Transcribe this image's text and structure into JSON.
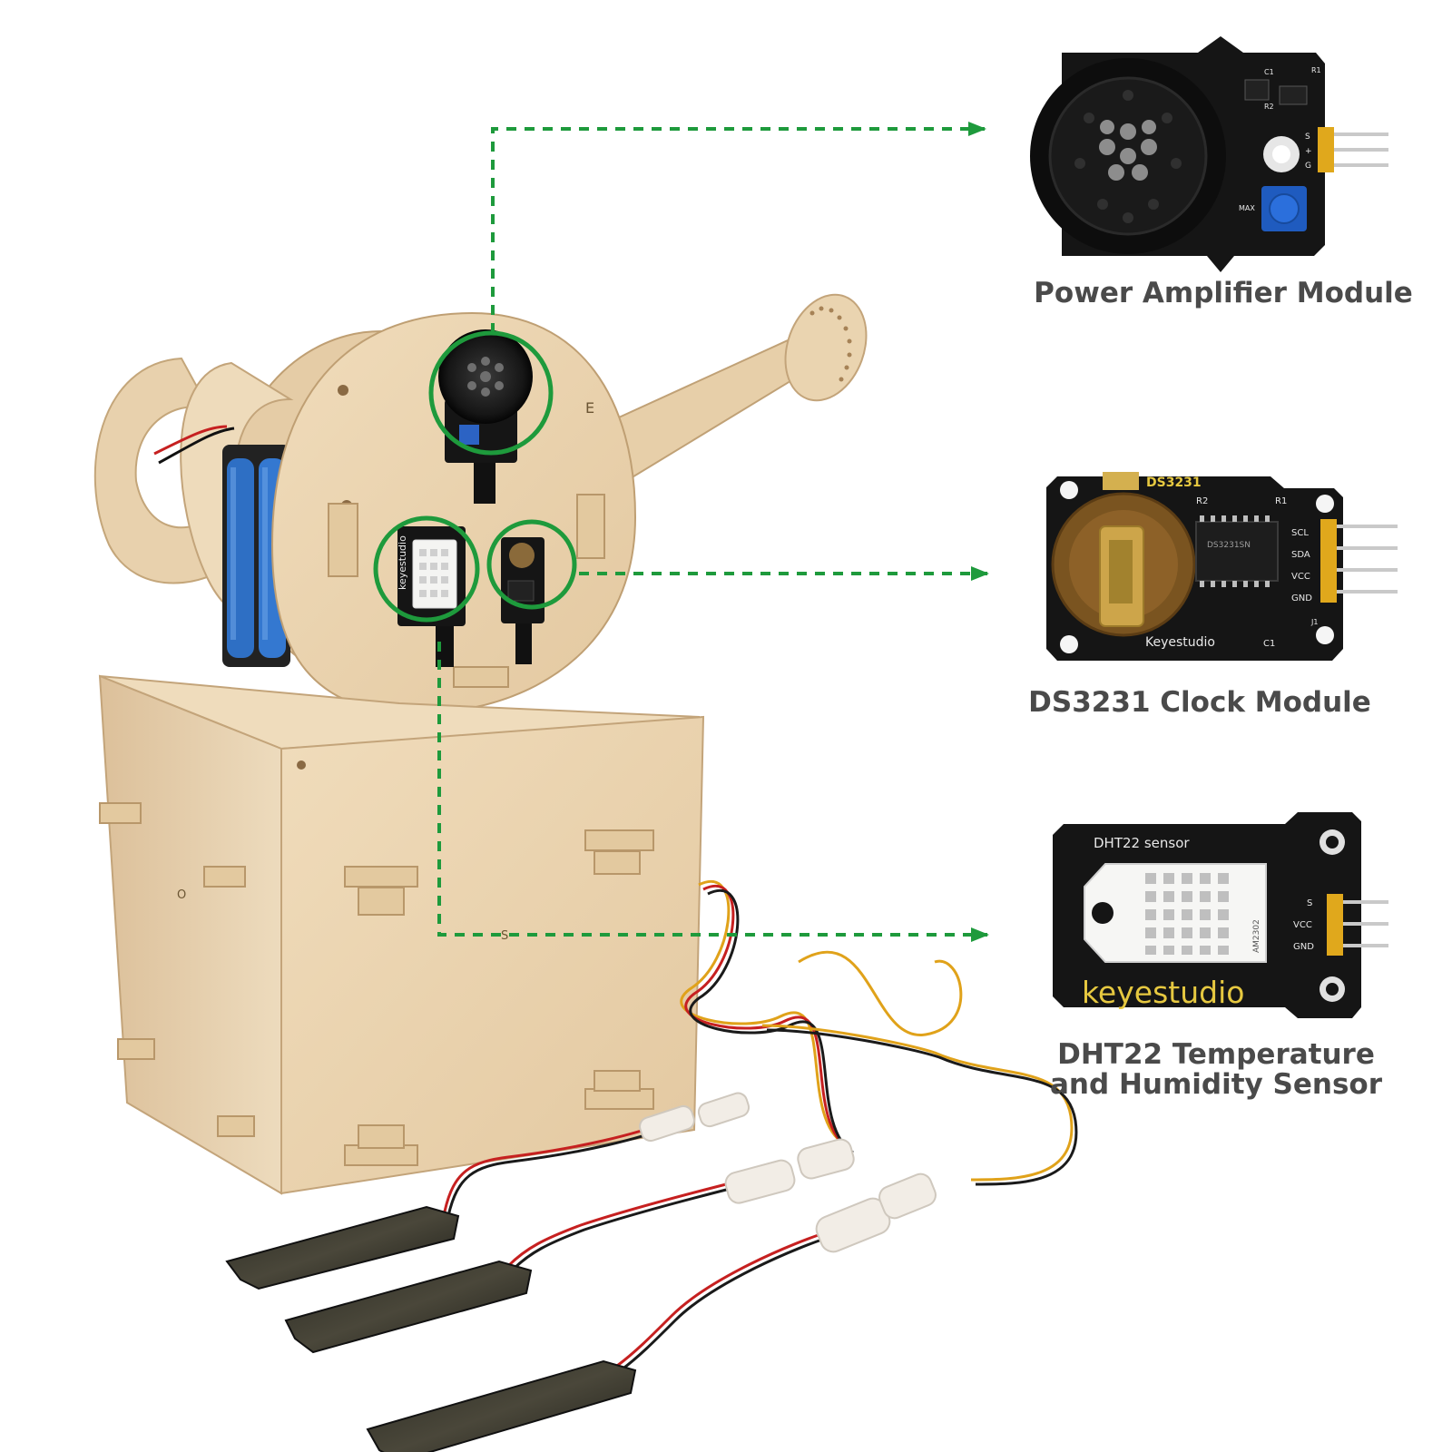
{
  "captions": {
    "amplifier": "Power Amplifier Module",
    "clock": "DS3231 Clock Module",
    "dht22_line1": "DHT22 Temperature",
    "dht22_line2": "and Humidity Sensor"
  },
  "board_labels": {
    "ds3231_title": "DS3231",
    "ds3231_chip": "DS3231SN",
    "ds3231_pins": [
      "SCL",
      "SDA",
      "VCC",
      "GND"
    ],
    "ds3231_brand": "Keyestudio",
    "ds3231_refs": [
      "R2",
      "R1",
      "C1",
      "J1"
    ],
    "dht22_title": "DHT22 sensor",
    "dht22_pins": [
      "S",
      "VCC",
      "GND"
    ],
    "dht22_brand": "keyestudio",
    "dht22_chip": "AM2302",
    "amp_pins": [
      "S",
      "+",
      "G"
    ],
    "amp_knob": "MAX",
    "amp_refs": [
      "R1",
      "R2",
      "C1"
    ],
    "model_board_brand": "keyestudio",
    "box_letters": [
      "E",
      "O",
      "S"
    ]
  },
  "colors": {
    "arrow": "#1e9a3c",
    "highlight_ring": "#1e9a3c",
    "plywood": "#ecd7b4",
    "plywood_edge": "#c8aa7d",
    "pcb": "#151515",
    "battery": "#2e6fc4",
    "caption": "#4a4a4a"
  }
}
